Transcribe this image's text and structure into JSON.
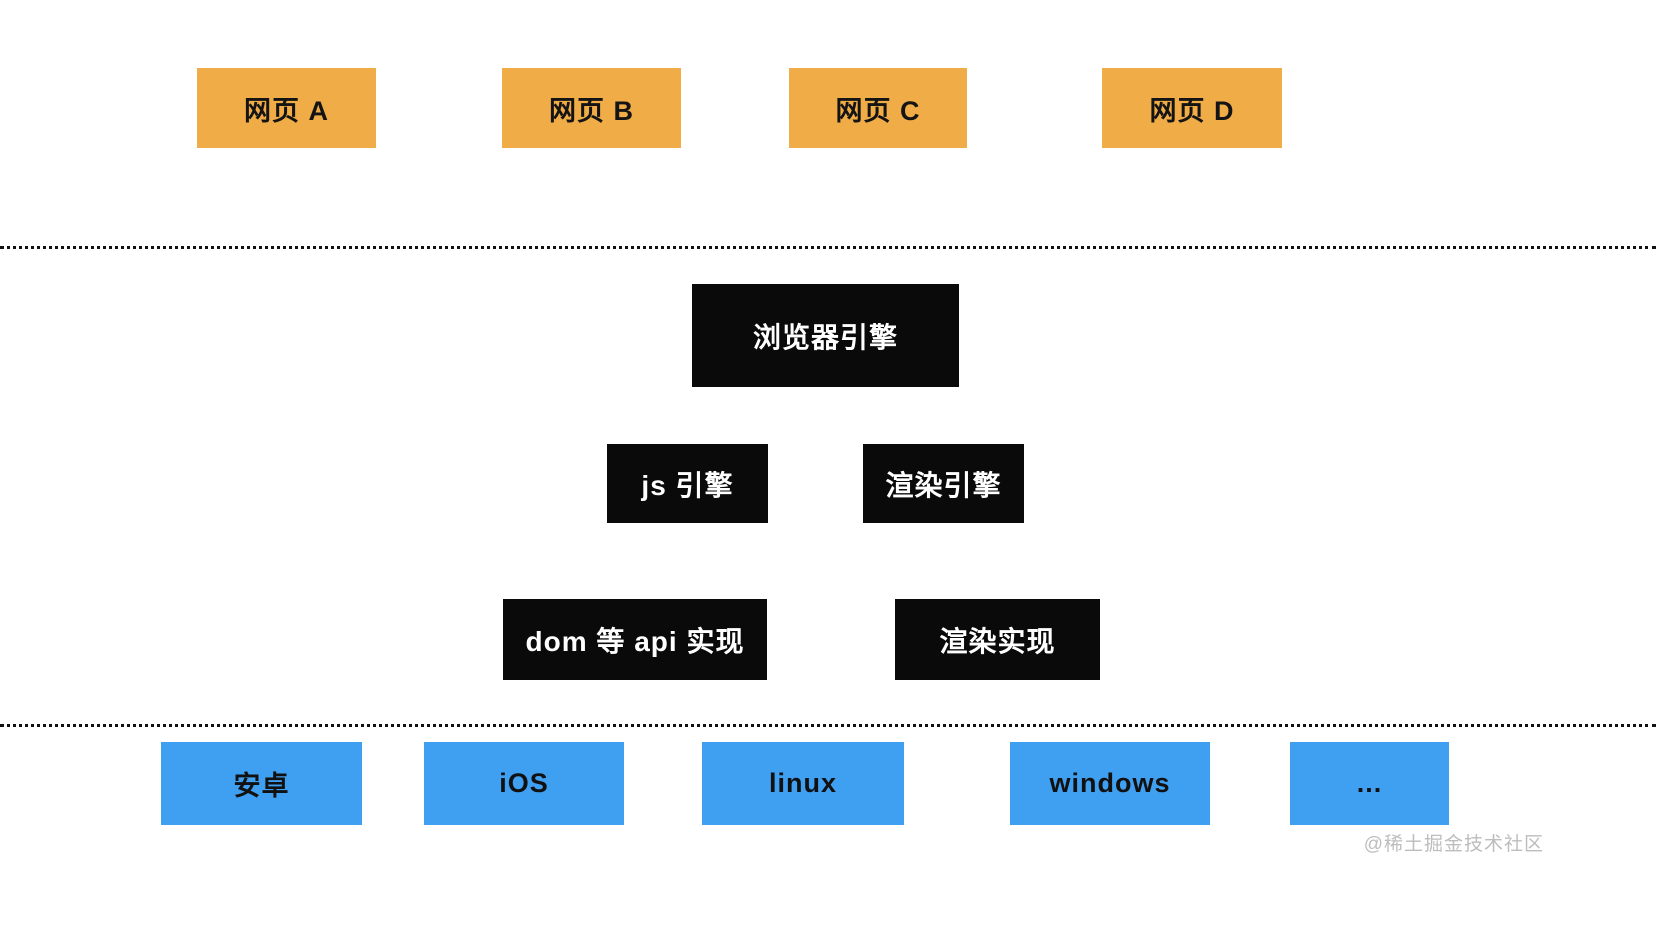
{
  "colors": {
    "webpage_box": "#F0AC46",
    "engine_box": "#0A0A0A",
    "engine_text": "#FFFFFF",
    "os_box": "#3F9FF1",
    "dotted_line": "#111111",
    "watermark_text": "#BDBDBD"
  },
  "webpages": [
    {
      "label": "网页 A"
    },
    {
      "label": "网页 B"
    },
    {
      "label": "网页 C"
    },
    {
      "label": "网页 D"
    }
  ],
  "browser_engine": {
    "label": "浏览器引擎"
  },
  "engines": [
    {
      "label": "js 引擎"
    },
    {
      "label": "渲染引擎"
    }
  ],
  "implementations": [
    {
      "label": "dom 等 api 实现"
    },
    {
      "label": "渲染实现"
    }
  ],
  "platforms": [
    {
      "label": "安卓"
    },
    {
      "label": "iOS"
    },
    {
      "label": "linux"
    },
    {
      "label": "windows"
    },
    {
      "label": "..."
    }
  ],
  "watermark": "@稀土掘金技术社区"
}
